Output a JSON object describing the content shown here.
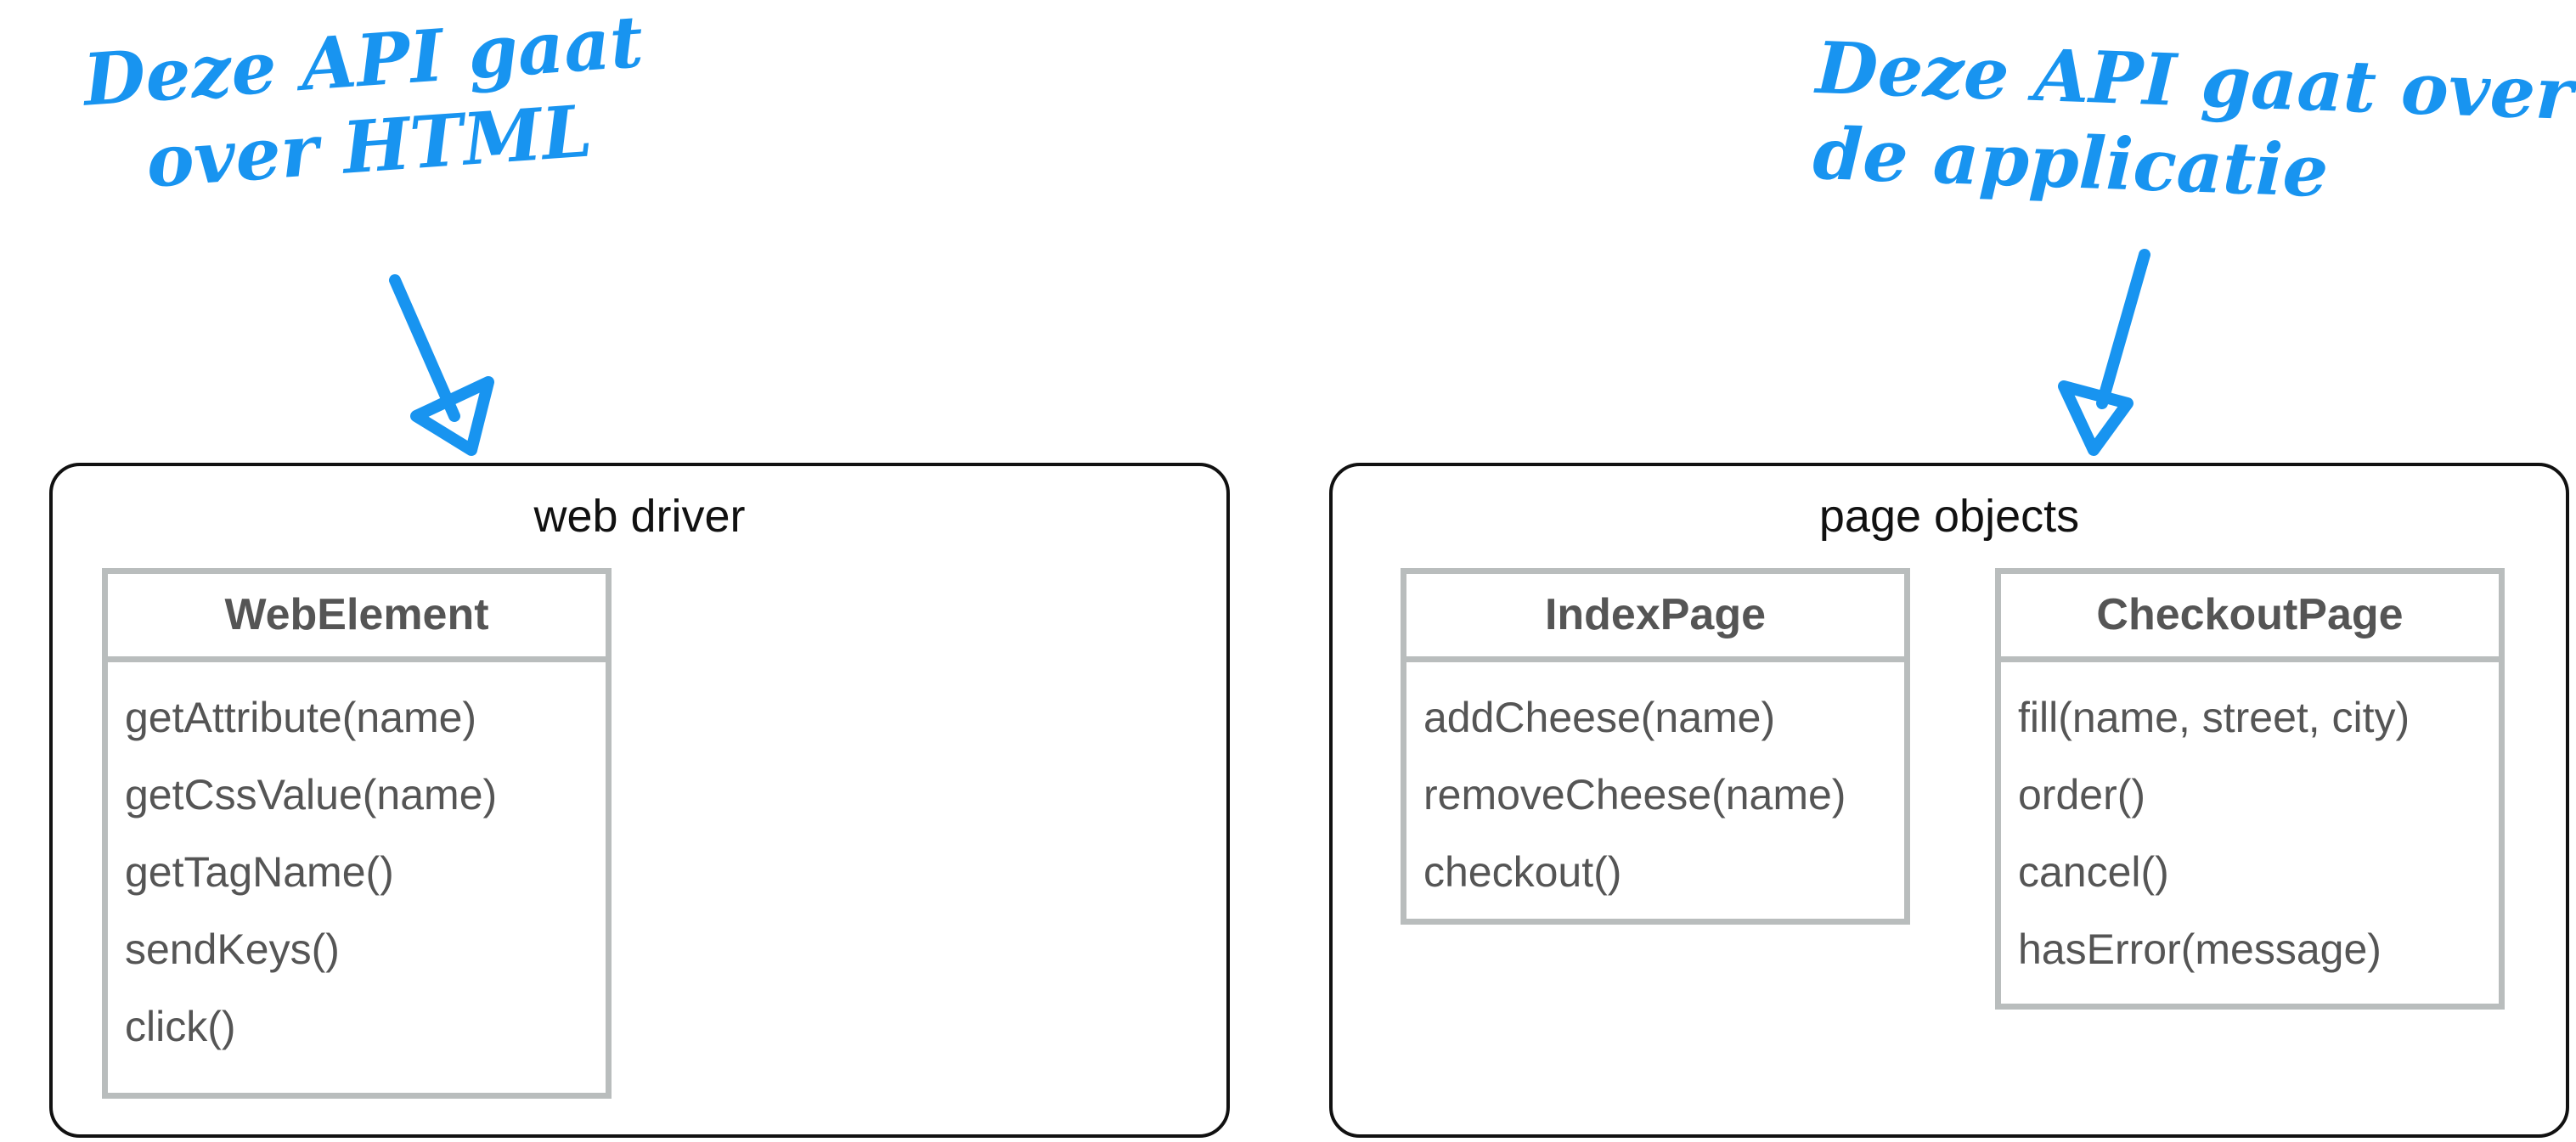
{
  "annotations": {
    "left": "Deze API gaat\nover HTML",
    "right": "Deze API gaat over\nde applicatie",
    "color": "#1894f0"
  },
  "packages": [
    {
      "title": "web driver",
      "classes": [
        {
          "name": "WebElement",
          "methods": [
            "getAttribute(name)",
            "getCssValue(name)",
            "getTagName()",
            "sendKeys()",
            "click()"
          ]
        }
      ]
    },
    {
      "title": "page objects",
      "classes": [
        {
          "name": "IndexPage",
          "methods": [
            "addCheese(name)",
            "removeCheese(name)",
            "checkout()"
          ]
        },
        {
          "name": "CheckoutPage",
          "methods": [
            "fill(name, street, city)",
            "order()",
            "cancel()",
            "hasError(message)"
          ]
        }
      ]
    }
  ]
}
